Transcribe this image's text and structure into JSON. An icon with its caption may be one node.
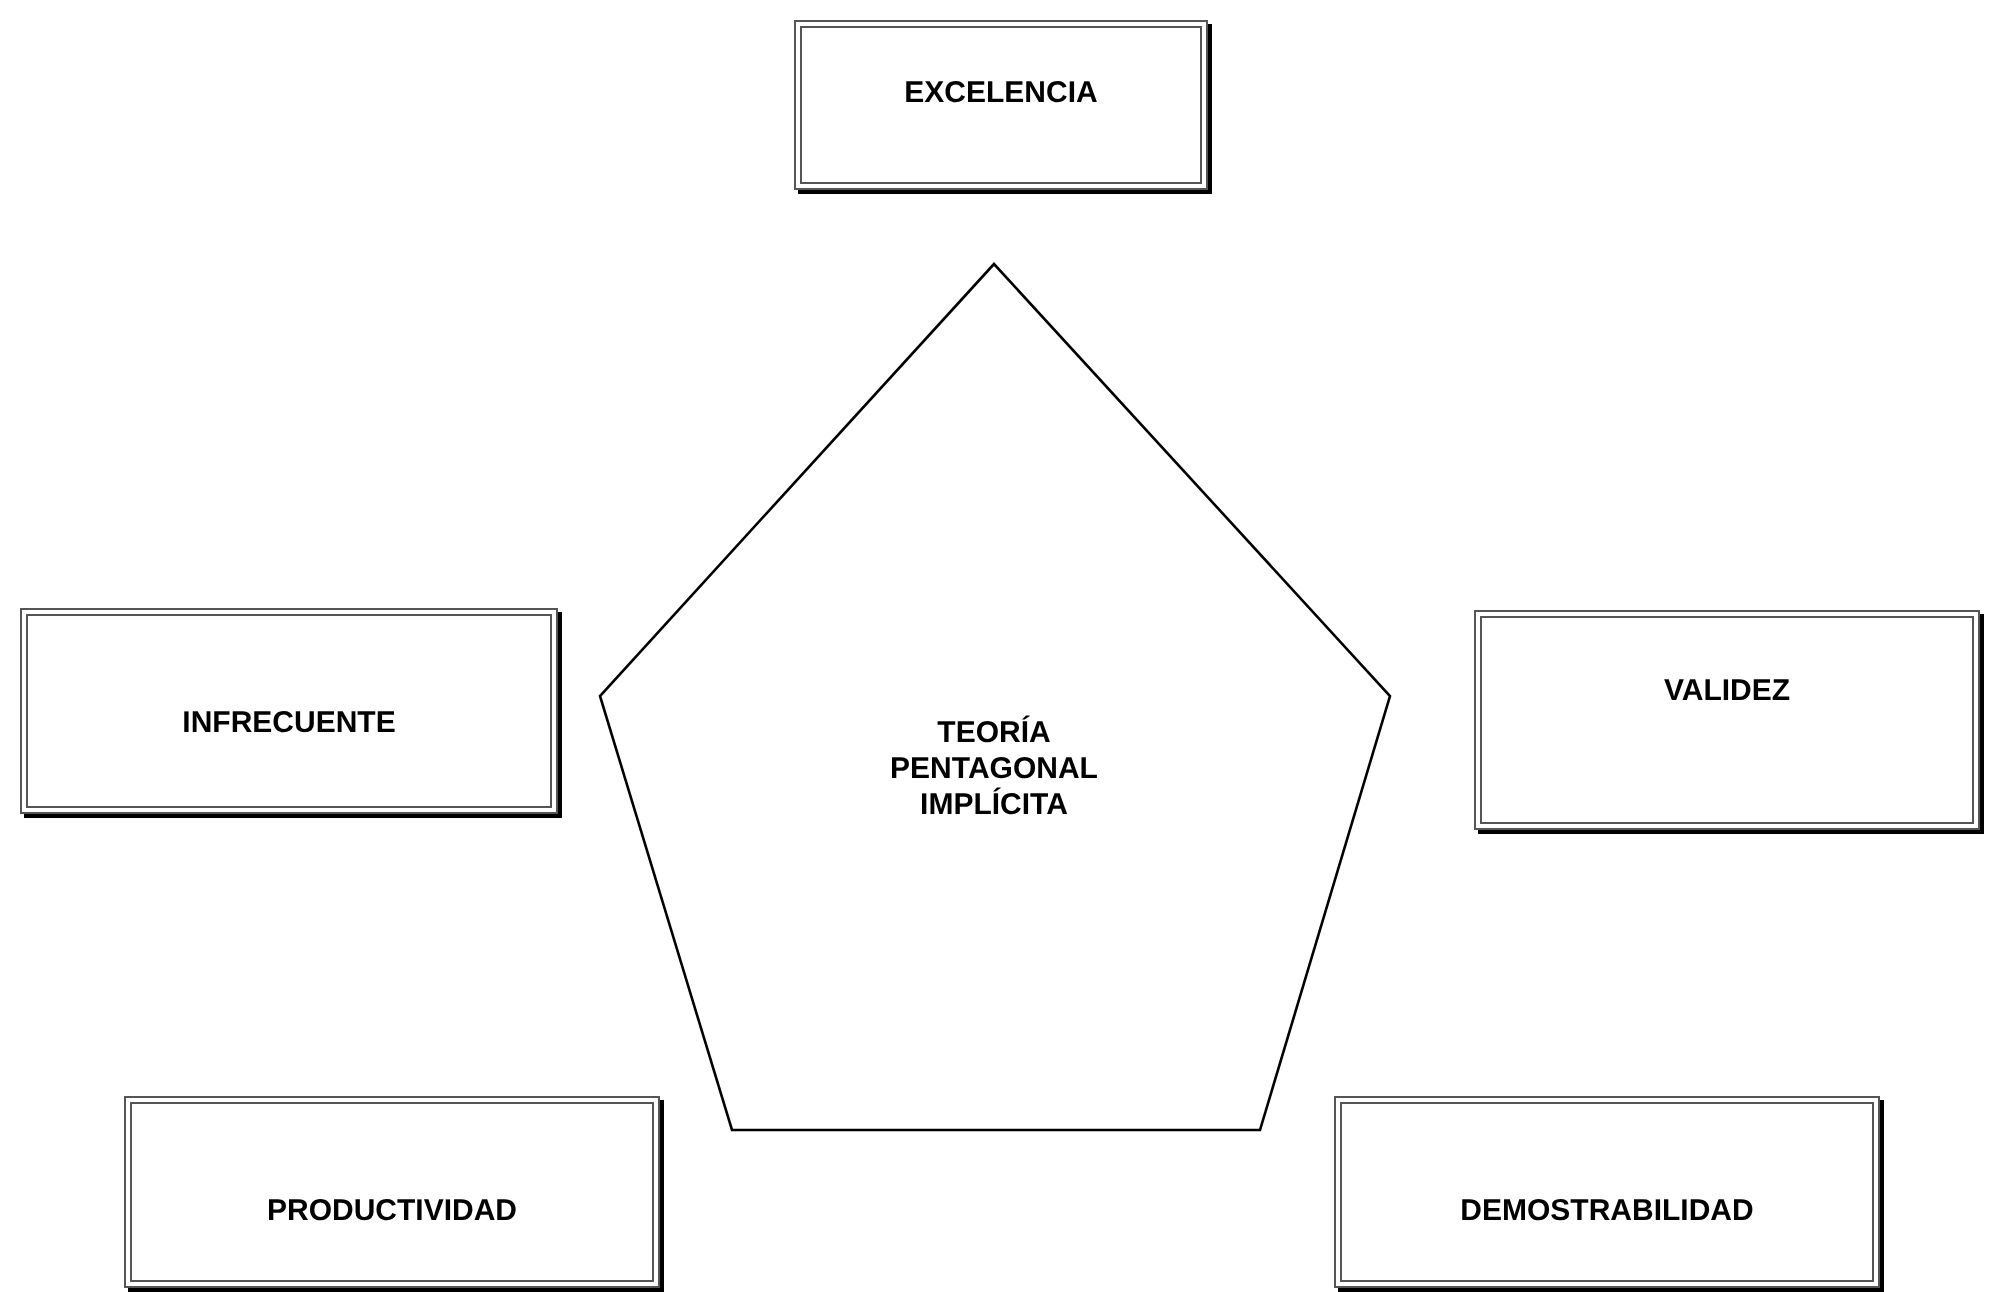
{
  "diagram": {
    "nodes": [
      {
        "text": [
          "EXCELENCIA"
        ]
      },
      {
        "text": [
          "INFRECUENTE"
        ]
      },
      {
        "text": [
          "TEORÍA PENTAGONAL IMPLÍCITA"
        ]
      },
      {
        "text": [
          "VALIDEZ"
        ]
      },
      {
        "text": [
          "PRODUCTIVIDAD"
        ]
      },
      {
        "text": [
          "DEMOSTRABILIDAD"
        ]
      }
    ]
  }
}
